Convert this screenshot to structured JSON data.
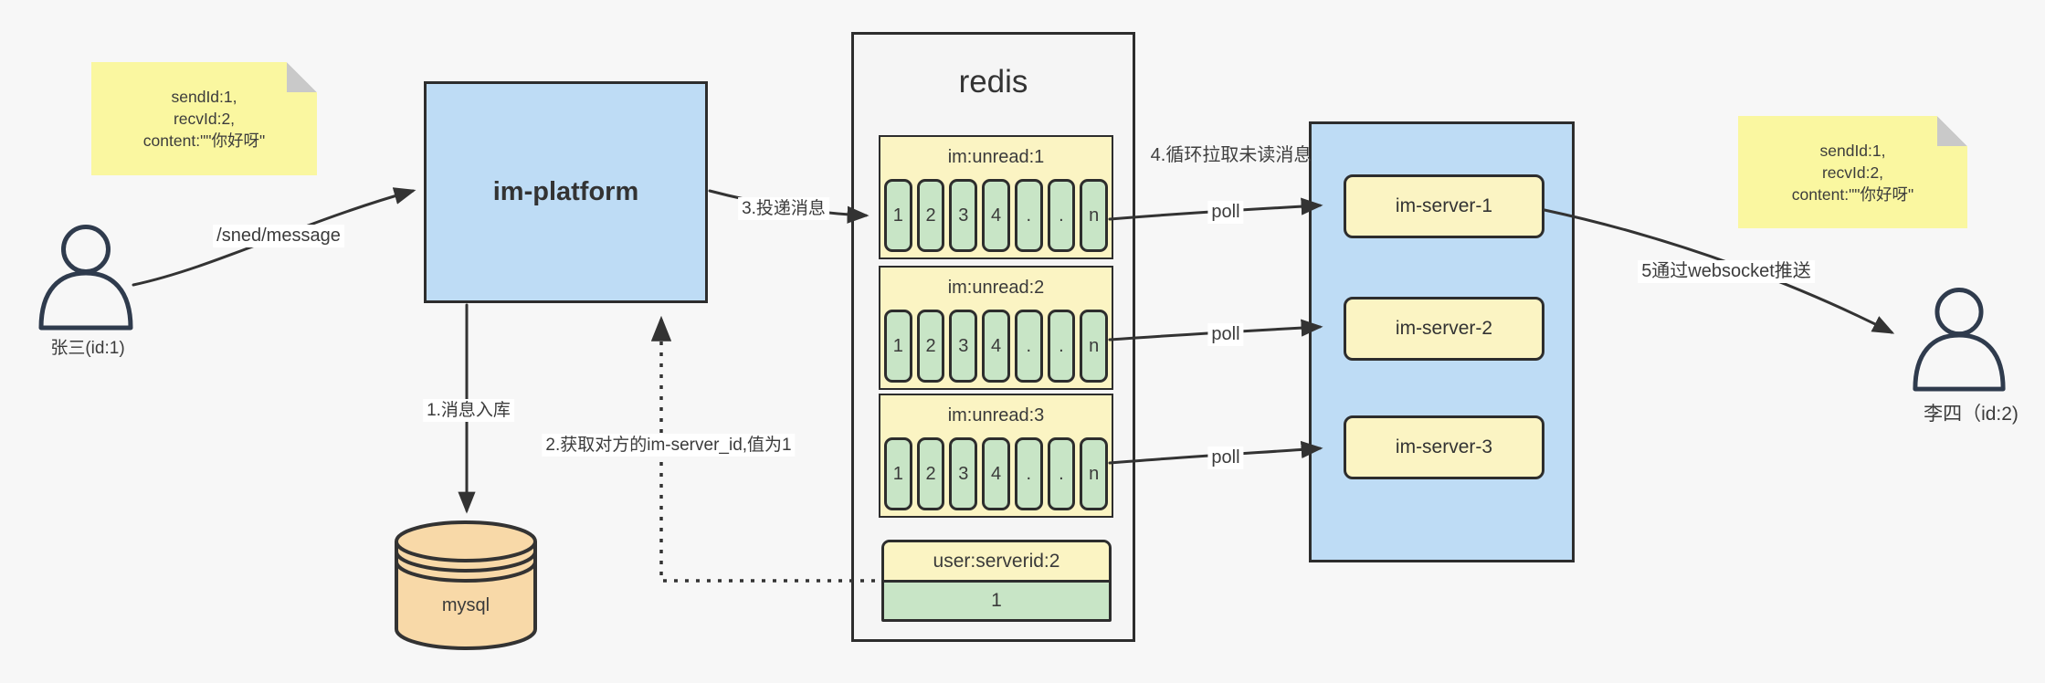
{
  "notes": {
    "sender": {
      "lines": [
        "sendId:1,",
        "recvId:2,",
        "content:\"\"你好呀\""
      ]
    },
    "receiver": {
      "lines": [
        "sendId:1,",
        "recvId:2,",
        "content:\"\"你好呀\""
      ]
    }
  },
  "actors": {
    "sender": {
      "label": "张三(id:1)"
    },
    "receiver": {
      "label": "李四（id:2)"
    }
  },
  "platform": {
    "label": "im-platform"
  },
  "database": {
    "label": "mysql"
  },
  "redis": {
    "title": "redis",
    "queues": [
      {
        "title": "im:unread:1",
        "cells": [
          "1",
          "2",
          "3",
          "4",
          ".",
          ".",
          "n"
        ]
      },
      {
        "title": "im:unread:2",
        "cells": [
          "1",
          "2",
          "3",
          "4",
          ".",
          ".",
          "n"
        ]
      },
      {
        "title": "im:unread:3",
        "cells": [
          "1",
          "2",
          "3",
          "4",
          ".",
          ".",
          "n"
        ]
      }
    ],
    "kv": {
      "key": "user:serverid:2",
      "value": "1"
    }
  },
  "servers": [
    {
      "label": "im-server-1"
    },
    {
      "label": "im-server-2"
    },
    {
      "label": "im-server-3"
    }
  ],
  "labels": {
    "send": "/sned/message",
    "step1": "1.消息入库",
    "step2": "2.获取对方的im-server_id,值为1",
    "step3": "3.投递消息",
    "step4": "4.循环拉取未读消息",
    "step5": "5通过websocket推送",
    "poll": "poll"
  },
  "colors": {
    "background": "#f7f7f7",
    "node_blue": "#bedcf5",
    "note_yellow": "#faf7a0",
    "box_yellow": "#fbf4c3",
    "cell_green": "#c8e5c6",
    "db_peach": "#f8d9a8",
    "panel_gray": "#f5f5f5",
    "ink": "#333333"
  }
}
